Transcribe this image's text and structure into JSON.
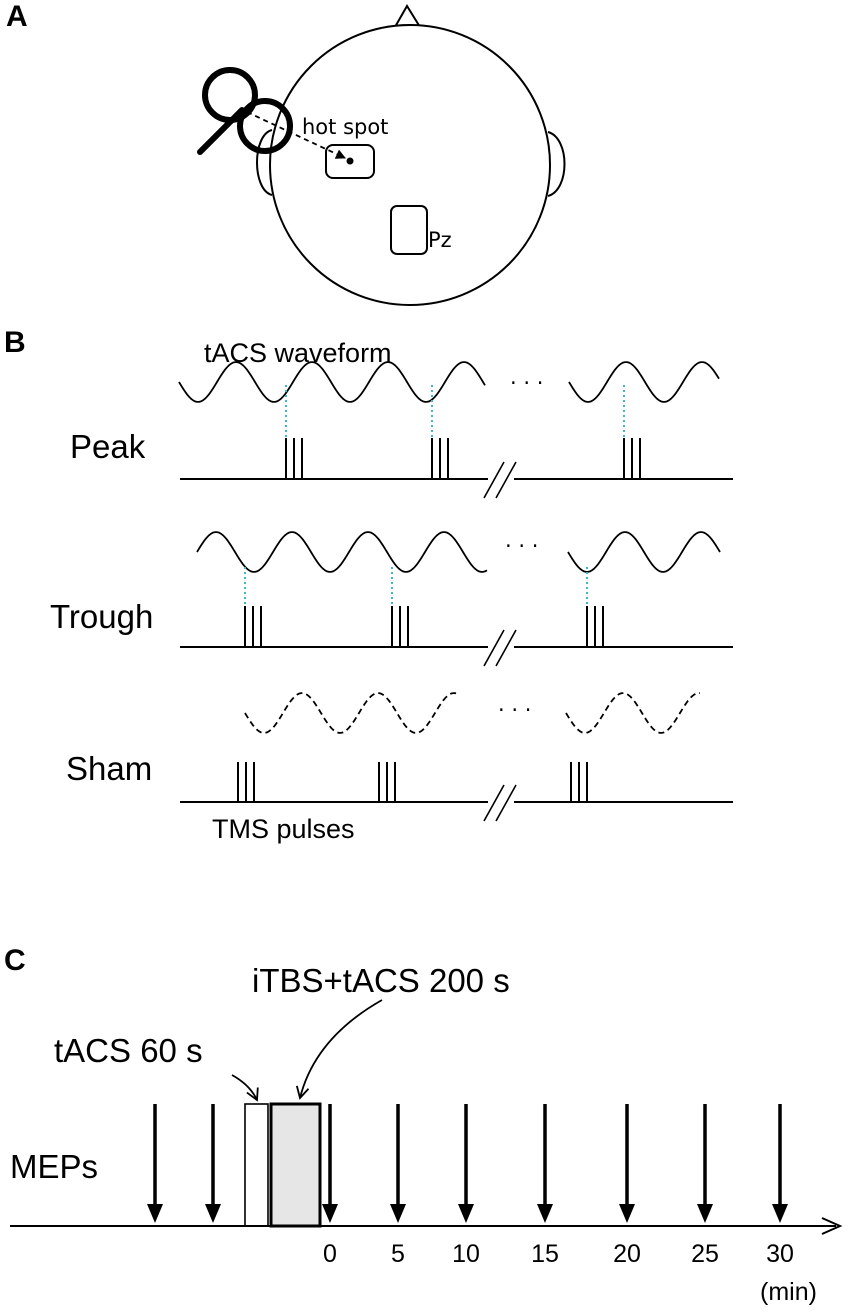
{
  "panel_a": {
    "label": "A",
    "hotspot_label": "hot spot",
    "pz_label": "Pz"
  },
  "panel_b": {
    "label": "B",
    "waveform_label": "tACS waveform",
    "ellipsis": "· · ·",
    "tms_label": "TMS pulses",
    "conditions": [
      {
        "name": "Peak",
        "waveform": "solid",
        "alignment": "peak"
      },
      {
        "name": "Trough",
        "waveform": "solid",
        "alignment": "trough"
      },
      {
        "name": "Sham",
        "waveform": "dashed",
        "alignment": "none"
      }
    ],
    "colors": {
      "alignment_line": "#3fb7c9"
    }
  },
  "panel_c": {
    "label": "C",
    "row_label": "MEPs",
    "tacs_label": "tACS 60 s",
    "itbs_label": "iTBS+tACS 200 s",
    "ticks": [
      "0",
      "5",
      "10",
      "15",
      "20",
      "25",
      "30"
    ],
    "unit": "(min)",
    "colors": {
      "itbs_box": "#e6e6e6"
    }
  }
}
